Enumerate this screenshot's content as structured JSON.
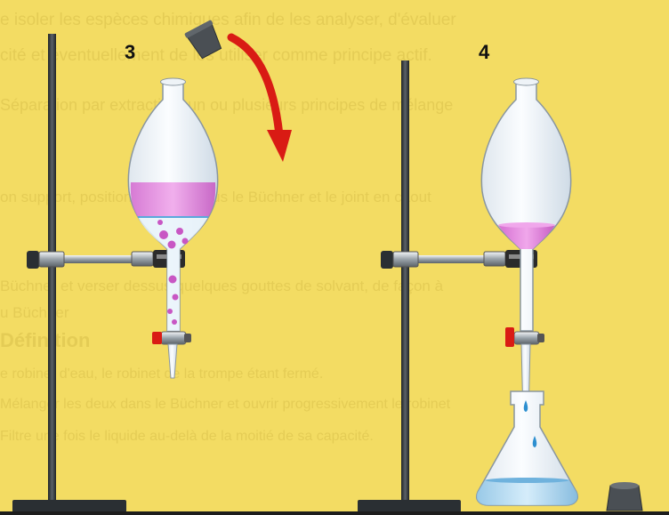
{
  "background_lines": [
    "e isoler les espèces chimiques afin de les analyser, d'évaluer",
    "cité et éventuellement de les utiliser comme principe actif.",
    "Séparation par extraction: un ou plusieurs principes de mélange",
    "",
    "on support, positionner au-dessus le Büchner et le joint en caout",
    "",
    "Büchner et verser dessus quelques gouttes de solvant, de façon à",
    "u Büchner",
    "Définition",
    "e robinet d'eau, le robinet de la trompe étant fermé.",
    "Mélanger les deux dans le Büchner et ouvrir progressivement le robinet",
    "Filtre une fois le liquide au-delà de la moitié de sa capacité.",
    ""
  ],
  "steps": [
    {
      "number": "3"
    },
    {
      "number": "4"
    }
  ],
  "colors": {
    "background": "#f3dc63",
    "liquid": "#d56fd1",
    "solvent": "#9fd3f0",
    "arrow": "#d91b14",
    "stand": "#2a2f33"
  }
}
